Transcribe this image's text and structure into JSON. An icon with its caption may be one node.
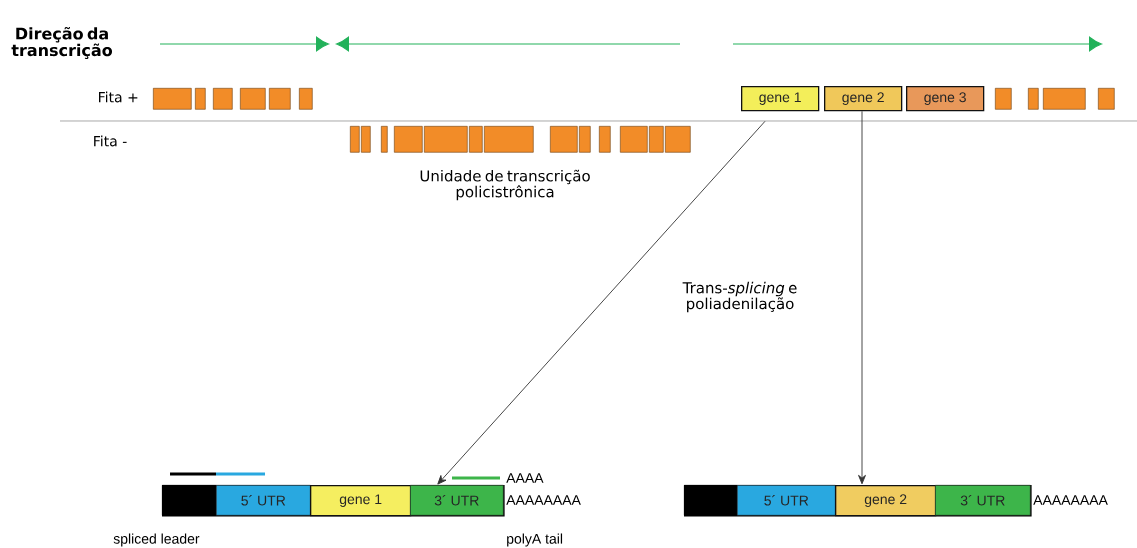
{
  "diagram": {
    "nodes": [
      {
        "text": [],
        "shape": "box"
      },
      {
        "text": [],
        "shape": "box"
      },
      {
        "text": [],
        "shape": "box"
      },
      {
        "text": [],
        "shape": "box"
      },
      {
        "text": [],
        "shape": "box"
      },
      {
        "text": [],
        "shape": "box"
      },
      {
        "text": [
          "gene 1"
        ]
      },
      {
        "text": [
          "gene 2"
        ]
      },
      {
        "text": [
          "gene 3"
        ]
      },
      {
        "text": [],
        "shape": "box"
      },
      {
        "text": [],
        "shape": "box"
      },
      {
        "text": [],
        "shape": "box"
      },
      {
        "text": [],
        "shape": "box"
      },
      {
        "text": [],
        "shape": "box"
      },
      {
        "text": [],
        "shape": "box"
      },
      {
        "text": [],
        "shape": "box"
      },
      {
        "text": [],
        "shape": "box"
      },
      {
        "text": [],
        "shape": "box"
      },
      {
        "text": [],
        "shape": "box"
      },
      {
        "text": [],
        "shape": "box"
      },
      {
        "text": [],
        "shape": "box"
      },
      {
        "text": [],
        "shape": "box"
      },
      {
        "text": [],
        "shape": "box"
      },
      {
        "text": [],
        "shape": "box"
      },
      {
        "text": [],
        "shape": "box"
      },
      {
        "text": [],
        "shape": "box"
      },
      {
        "text": [],
        "shape": "bar",
        "beside": [
          "AAAAAAAA"
        ]
      },
      {
        "text": [],
        "shape": "box",
        "in": 26
      },
      {
        "text": [
          "5´ UTR"
        ],
        "in": 26
      },
      {
        "text": [
          "gene 1"
        ],
        "in": 26
      },
      {
        "text": [
          "3´ UTR"
        ],
        "in": 26
      },
      {
        "text": [],
        "shape": "bar",
        "beside": [
          "AAAAAAAA"
        ]
      },
      {
        "text": [],
        "shape": "box",
        "in": 31
      },
      {
        "text": [
          "5´ UTR"
        ],
        "in": 31
      },
      {
        "text": [
          "gene 2"
        ],
        "in": 31
      },
      {
        "text": [
          "3´ UTR"
        ],
        "in": 31
      }
    ],
    "edges": [
      {
        "from": 6,
        "to": 26,
        "arrow": "to"
      },
      {
        "from": 7,
        "to": 31,
        "arrow": "to"
      }
    ],
    "labels": [
      "Direção da transcrição",
      "Fita +",
      "Fita -",
      "Unidade de transcrição policistrônica",
      "Trans-*splicing* e poliadenilação",
      "AAAA",
      "spliced leader",
      "polyA tail"
    ]
  }
}
